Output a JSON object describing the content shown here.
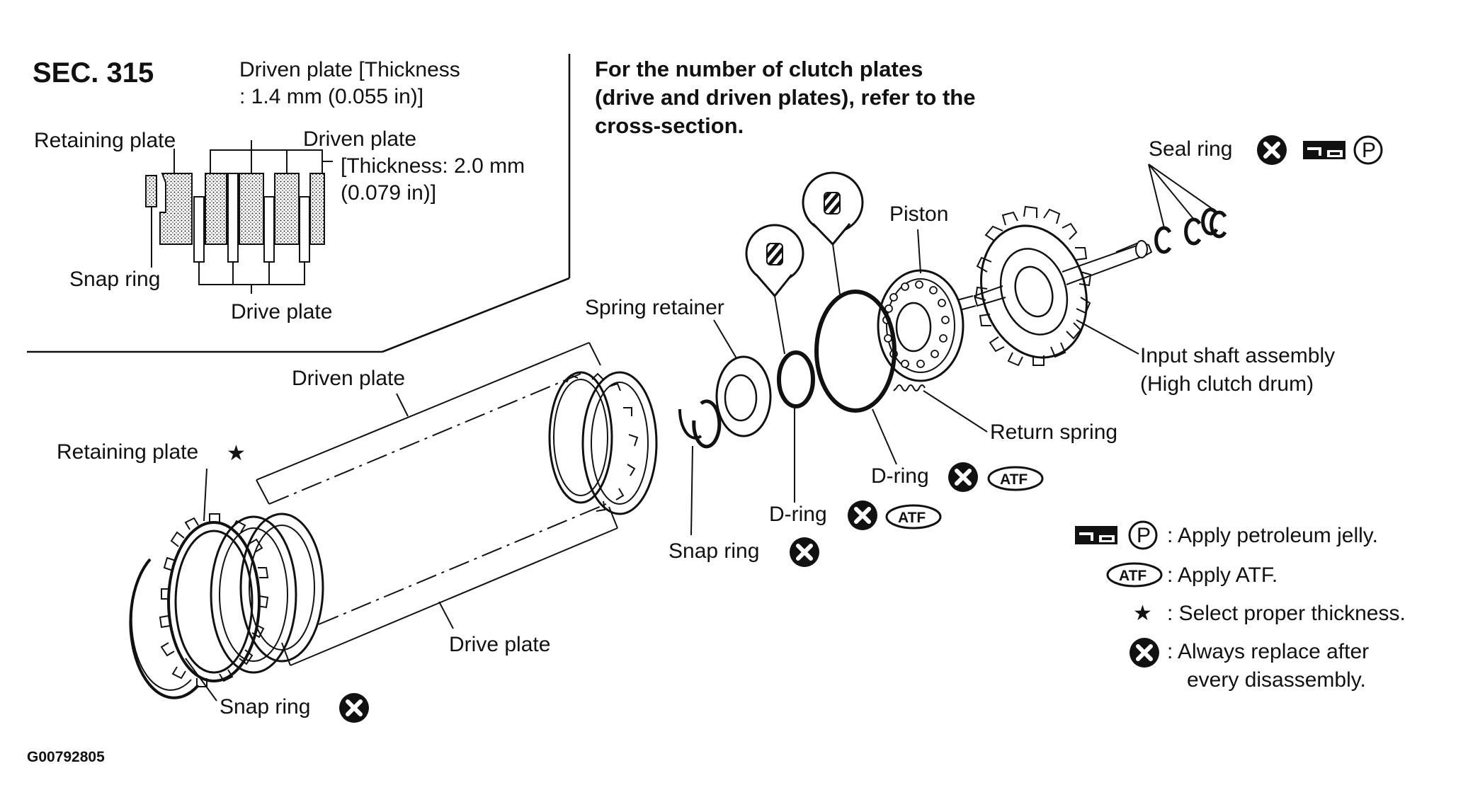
{
  "section": "SEC. 315",
  "note": [
    "For the number of clutch plates",
    "(drive and driven plates), refer to the",
    "cross-section."
  ],
  "inset": {
    "driven_thin": [
      "Driven plate [Thickness",
      ": 1.4 mm (0.055 in)]"
    ],
    "retaining": "Retaining plate",
    "driven_thick": [
      "Driven plate",
      "[Thickness: 2.0 mm",
      "(0.079 in)]"
    ],
    "snap": "Snap ring",
    "drive": "Drive plate"
  },
  "parts": {
    "seal_ring": "Seal ring",
    "piston": "Piston",
    "spring_retainer": "Spring retainer",
    "input_shaft": [
      "Input shaft assembly",
      "(High clutch drum)"
    ],
    "return_spring": "Return spring",
    "d_ring_large": "D-ring",
    "d_ring_small": "D-ring",
    "snap_ring_mid": "Snap ring",
    "driven_plate": "Driven plate",
    "retaining_plate": "Retaining plate",
    "drive_plate": "Drive plate",
    "snap_ring_bottom": "Snap ring"
  },
  "symbols": {
    "atf": "ATF",
    "p": "P",
    "star": "★"
  },
  "legend": [
    {
      "icon": "petroleum-jelly-icon",
      "text": ": Apply petroleum jelly."
    },
    {
      "icon": "atf-icon",
      "text": ": Apply ATF."
    },
    {
      "icon": "star-icon",
      "text": ": Select proper thickness."
    },
    {
      "icon": "replace-icon",
      "text": ": Always replace after"
    },
    {
      "icon": "",
      "text": "every disassembly."
    }
  ],
  "figure_code": "G00792805"
}
